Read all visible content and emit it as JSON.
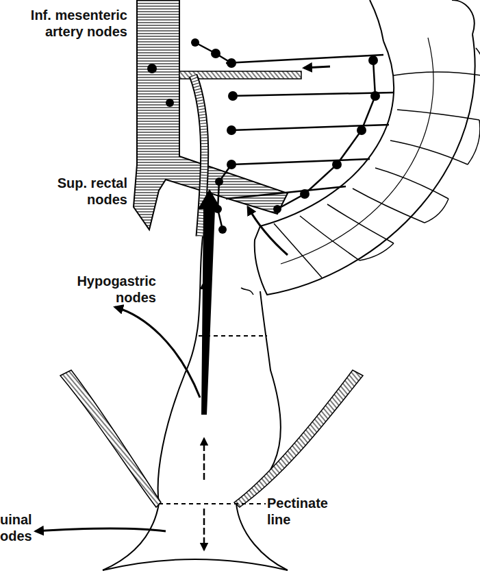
{
  "diagram": {
    "labels": [
      "Inf. mesenteric artery nodes",
      "Sup. rectal nodes",
      "Hypogastric nodes",
      "uinal odes",
      "Pectinate line"
    ]
  }
}
